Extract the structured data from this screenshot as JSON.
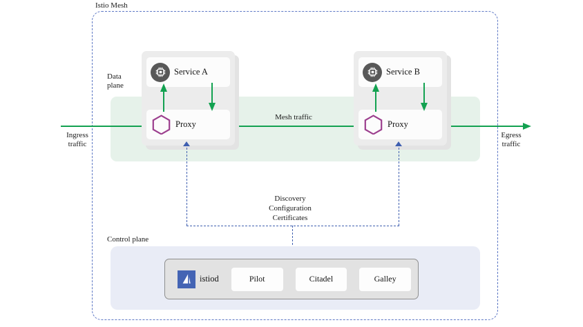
{
  "diagram": {
    "title": "Istio Mesh",
    "mesh_label": "Istio Mesh",
    "data_plane_label": "Data\nplane",
    "control_plane_label": "Control plane",
    "ingress_label": "Ingress\ntraffic",
    "egress_label": "Egress\ntraffic",
    "mesh_traffic_label": "Mesh traffic",
    "config_label": "Discovery\nConfiguration\nCertificates"
  },
  "pods": [
    {
      "id": "pod-a",
      "service_label": "Service A",
      "proxy_label": "Proxy",
      "service_icon": "chip-icon",
      "proxy_icon": "hexagon-icon"
    },
    {
      "id": "pod-b",
      "service_label": "Service B",
      "proxy_label": "Proxy",
      "service_icon": "chip-icon",
      "proxy_icon": "hexagon-icon"
    }
  ],
  "control_plane": {
    "istiod_label": "istiod",
    "istiod_icon": "istio-sail-icon",
    "components": [
      {
        "label": "Pilot"
      },
      {
        "label": "Citadel"
      },
      {
        "label": "Galley"
      }
    ]
  },
  "colors": {
    "mesh_border": "#5b76c4",
    "data_plane_band": "#e6f2ea",
    "control_plane_band": "#e9ecf6",
    "traffic_arrow": "#12a150",
    "config_dash": "#3f5fb0",
    "hexagon_stroke": "#9c3f8e",
    "chip_circle": "#585858",
    "istiod_logo_bg": "#4464b4",
    "pod_body": "#ececec"
  }
}
